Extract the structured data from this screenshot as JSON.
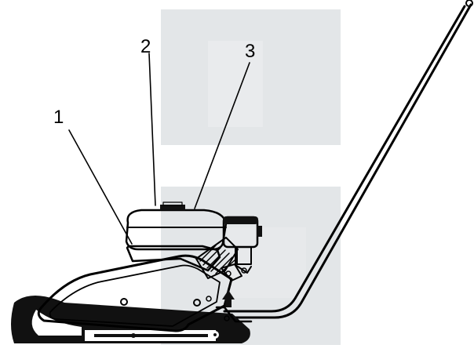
{
  "callouts": [
    {
      "id": "1",
      "label": "1"
    },
    {
      "id": "2",
      "label": "2"
    },
    {
      "id": "3",
      "label": "3"
    }
  ],
  "colors": {
    "line": "#000000",
    "fill_dark": "#111111",
    "watermark": "#e3e6e8",
    "background": "#ffffff"
  },
  "icons": {
    "main_illustration": "plate-compactor-icon",
    "watermark": "watermark-logo-icon"
  }
}
